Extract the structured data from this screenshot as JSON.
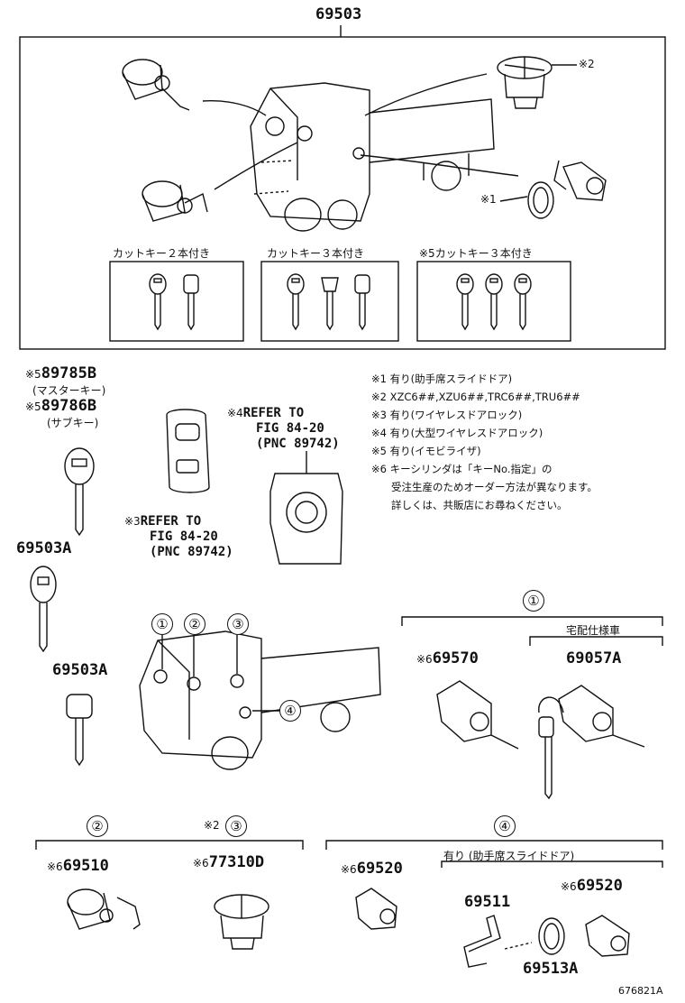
{
  "top_part": "69503",
  "mark_2": "※2",
  "mark_1": "※1",
  "groups": [
    {
      "label": "カットキー２本付き"
    },
    {
      "label": "カットキー３本付き"
    },
    {
      "label": "※5カットキー３本付き"
    }
  ],
  "master_key": {
    "mark": "※5",
    "part": "89785B",
    "desc": "(マスターキー)"
  },
  "sub_key": {
    "mark": "※5",
    "part": "89786B",
    "desc": "(サブキー)"
  },
  "key_a1": "69503A",
  "key_a2": "69503A",
  "ref3": {
    "mark": "※3",
    "line1": "REFER TO",
    "line2": "FIG 84-20",
    "line3": "(PNC 89742)"
  },
  "ref4": {
    "mark": "※4",
    "line1": "REFER TO",
    "line2": "FIG 84-20",
    "line3": "(PNC 89742)"
  },
  "notes": [
    "※1 有り(助手席スライドドア)",
    "※2 XZC6##,XZU6##,TRC6##,TRU6##",
    "※3 有り(ワイヤレスドアロック)",
    "※4 有り(大型ワイヤレスドアロック)",
    "※5 有り(イモビライザ)",
    "※6 キーシリンダは「キーNo.指定」の",
    "受注生産のためオーダー方法が異なります。",
    "詳しくは、共販店にお尋ねください。"
  ],
  "truck_callouts": [
    "①",
    "②",
    "③",
    "④"
  ],
  "section1": {
    "num": "①",
    "sub": "宅配仕様車",
    "part_a_mark": "※6",
    "part_a": "69570",
    "part_b": "69057A"
  },
  "section2": {
    "num": "②",
    "mark": "※6",
    "part": "69510"
  },
  "section3": {
    "num": "③",
    "prefix": "※2",
    "mark": "※6",
    "part": "77310D"
  },
  "section4": {
    "num": "④",
    "sub": "有り (助手席スライドドア)",
    "mark_a": "※6",
    "part_a": "69520",
    "mark_b": "※6",
    "part_b": "69520",
    "part_c": "69511",
    "part_d": "69513A"
  },
  "figure_id": "676821A"
}
